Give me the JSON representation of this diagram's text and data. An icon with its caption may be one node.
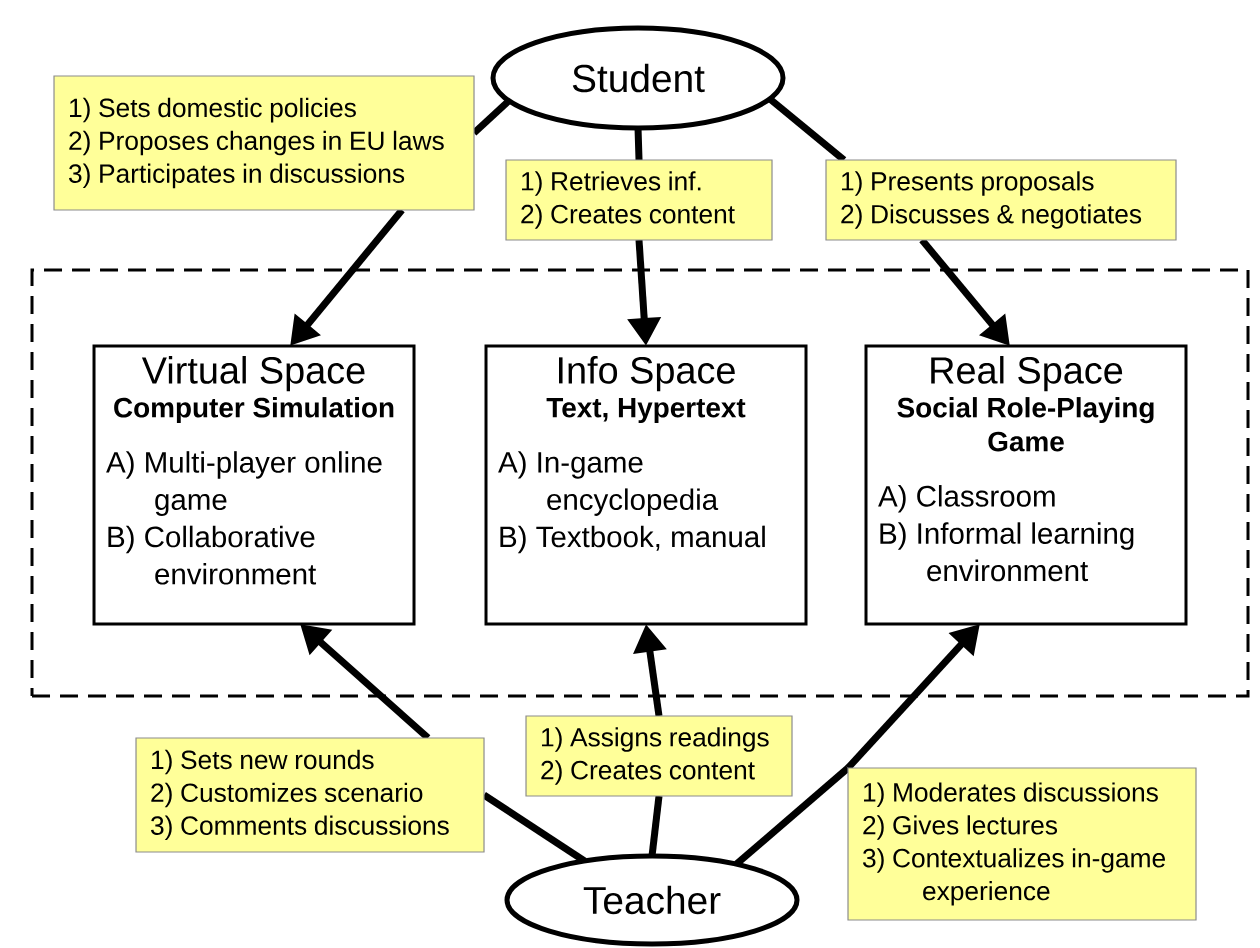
{
  "diagram": {
    "nodes": [
      {
        "text": [
          "Student"
        ]
      },
      {
        "text": [
          "1) Sets domestic policies",
          "2) Proposes changes in EU laws",
          "3) Participates in discussions"
        ]
      },
      {
        "text": [
          "1) Retrieves inf.",
          "2) Creates content"
        ]
      },
      {
        "text": [
          "1) Presents proposals",
          "2) Discusses & negotiates"
        ]
      },
      {
        "text": [],
        "shape": "box"
      },
      {
        "text": [
          "Virtual Space",
          "Computer Simulation",
          "A) Multi-player online game",
          "B) Collaborative environment"
        ],
        "in": 4
      },
      {
        "text": [
          "Info Space",
          "Text, Hypertext",
          "A) In-game encyclopedia",
          "B) Textbook, manual"
        ],
        "in": 4
      },
      {
        "text": [
          "Real Space",
          "Social Role-Playing Game",
          "A) Classroom",
          "B) Informal learning environment"
        ],
        "in": 4
      },
      {
        "text": [
          "1) Sets new rounds",
          "2) Customizes scenario",
          "3) Comments discussions"
        ]
      },
      {
        "text": [
          "1) Assigns readings",
          "2) Creates content"
        ]
      },
      {
        "text": [
          "1) Moderates discussions",
          "2) Gives lectures",
          "3) Contextualizes in-game experience"
        ]
      },
      {
        "text": [
          "Teacher"
        ]
      }
    ],
    "edges": [
      {
        "from": 0,
        "to": 1,
        "arrow": "none"
      },
      {
        "from": 1,
        "to": 5,
        "arrow": "to"
      },
      {
        "from": 0,
        "to": 2,
        "arrow": "none"
      },
      {
        "from": 2,
        "to": 6,
        "arrow": "to"
      },
      {
        "from": 0,
        "to": 3,
        "arrow": "none"
      },
      {
        "from": 3,
        "to": 7,
        "arrow": "to"
      },
      {
        "from": 11,
        "to": 8,
        "arrow": "none"
      },
      {
        "from": 8,
        "to": 5,
        "arrow": "to"
      },
      {
        "from": 11,
        "to": 9,
        "arrow": "none"
      },
      {
        "from": 9,
        "to": 6,
        "arrow": "to"
      },
      {
        "from": 11,
        "to": 10,
        "arrow": "none"
      },
      {
        "from": 10,
        "to": 7,
        "arrow": "to"
      }
    ]
  }
}
